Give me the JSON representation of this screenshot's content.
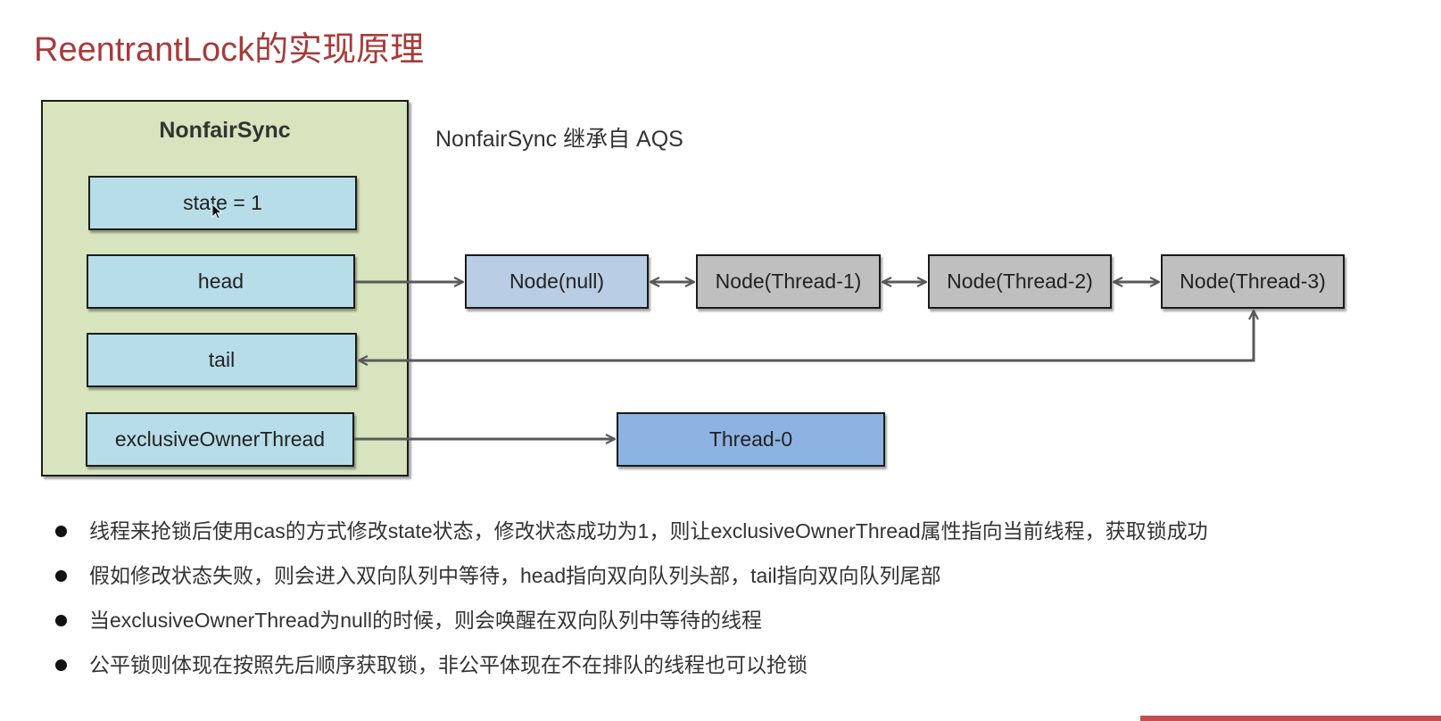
{
  "title": "ReentrantLock的实现原理",
  "sync_box": {
    "title": "NonfairSync",
    "fields": {
      "state": "state = 1",
      "head": "head",
      "tail": "tail",
      "owner": "exclusiveOwnerThread"
    }
  },
  "description": "NonfairSync 继承自 AQS",
  "queue": {
    "nodes": [
      "Node(null)",
      "Node(Thread-1)",
      "Node(Thread-2)",
      "Node(Thread-3)"
    ]
  },
  "owner_thread": "Thread-0",
  "bullets": [
    "线程来抢锁后使用cas的方式修改state状态，修改状态成功为1，则让exclusiveOwnerThread属性指向当前线程，获取锁成功",
    "假如修改状态失败，则会进入双向队列中等待，head指向双向队列头部，tail指向双向队列尾部",
    "当exclusiveOwnerThread为null的时候，则会唤醒在双向队列中等待的线程",
    "公平锁则体现在按照先后顺序获取锁，非公平体现在不在排队的线程也可以抢锁"
  ],
  "colors": {
    "title": "#a83a3a",
    "sync_box_bg": "#d7e4bd",
    "field_bg": "#b7dde8",
    "null_node_bg": "#b9cde5",
    "thread_node_bg": "#bfbfbf",
    "owner_bg": "#8db3e2",
    "arrow": "#595959"
  },
  "icons": {
    "cursor": "mouse-pointer-icon"
  }
}
